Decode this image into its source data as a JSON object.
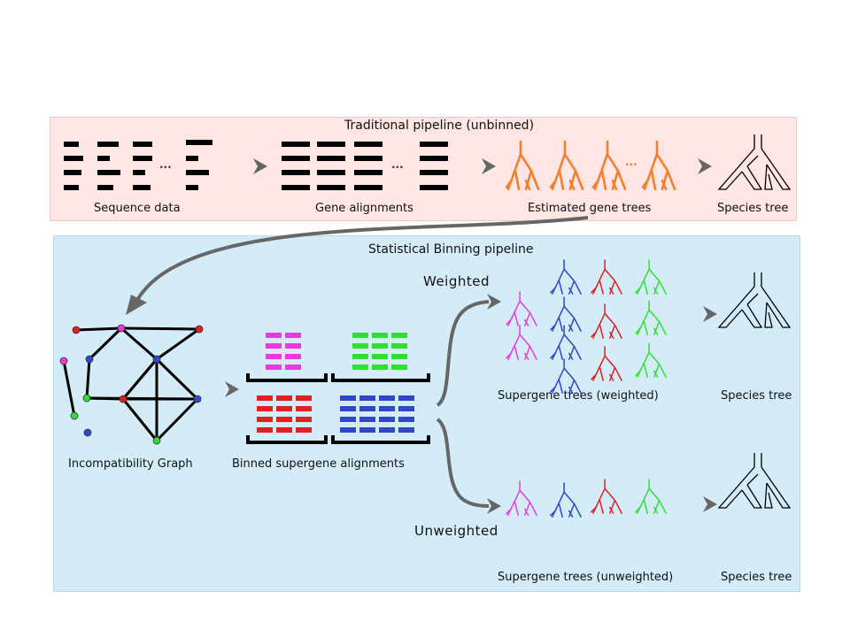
{
  "traditional": {
    "title": "Traditional pipeline (unbinned)",
    "steps": [
      "Sequence data",
      "Gene alignments",
      "Estimated gene trees",
      "Species tree"
    ]
  },
  "binning": {
    "title": "Statistical Binning pipeline",
    "graph_label": "Incompatibility Graph",
    "bins_label": "Binned supergene alignments",
    "weighted_label": "Weighted",
    "unweighted_label": "Unweighted",
    "weighted_trees_label": "Supergene trees (weighted)",
    "unweighted_trees_label": "Supergene trees (unweighted)",
    "species_tree_label": "Species tree"
  },
  "colors": {
    "trad_bg": "#fde6e3",
    "bin_bg": "#d3ecf7",
    "gene_tree": "#f08030",
    "magenta": "#e83ae0",
    "blue": "#3048c8",
    "red": "#e02020",
    "green": "#30e030",
    "arrow": "#666666"
  }
}
